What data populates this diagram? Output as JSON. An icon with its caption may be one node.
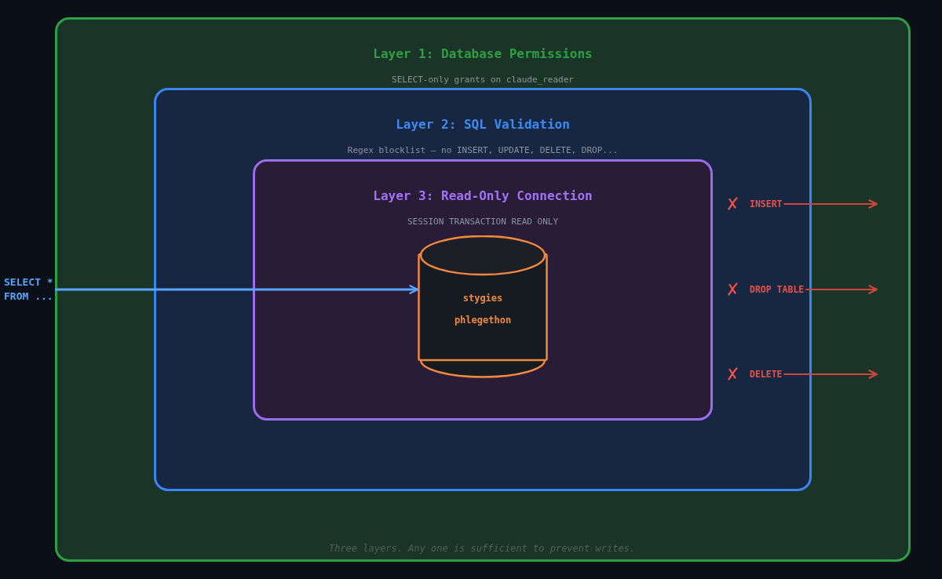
{
  "diagram": {
    "nodes": [
      {
        "text": [
          "Layer 1: Database Permissions",
          "SELECT-only grants on claude_reader"
        ]
      },
      {
        "text": [
          "Layer 2: SQL Validation",
          "Regex blocklist — no INSERT, UPDATE, DELETE, DROP..."
        ],
        "in": 0
      },
      {
        "text": [
          "Layer 3: Read-Only Connection",
          "SESSION TRANSACTION READ ONLY"
        ],
        "in": 1
      },
      {
        "text": [
          "stygies",
          "phlegethon"
        ],
        "in": 2
      },
      {
        "text": [
          "SELECT * FROM ..."
        ]
      },
      {
        "text": [
          "INSERT"
        ],
        "in": 1
      },
      {
        "text": [
          "DROP TABLE"
        ],
        "in": 1
      },
      {
        "text": [
          "DELETE"
        ],
        "in": 1
      }
    ],
    "edges": [
      {
        "from": 4,
        "to": 3,
        "arrow": "to",
        "color": "#58a6ff"
      },
      {
        "from": 5,
        "to": null,
        "arrow": "to"
      },
      {
        "from": 6,
        "to": null,
        "arrow": "to"
      },
      {
        "from": 7,
        "to": null,
        "arrow": "to"
      }
    ],
    "caption": "Three layers. Any one is sufficient to prevent writes."
  }
}
